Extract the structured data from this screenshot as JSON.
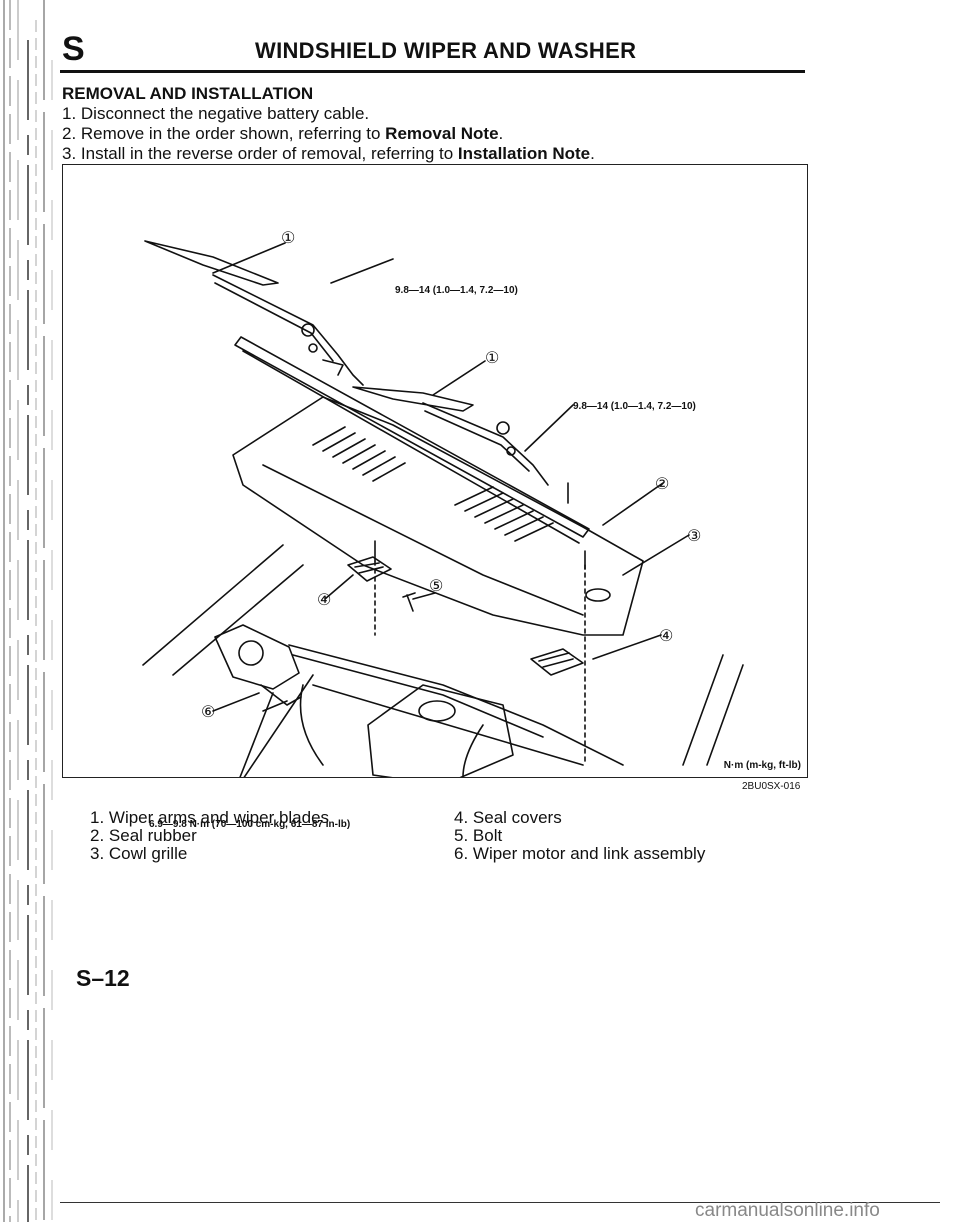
{
  "header": {
    "section_letter": "S",
    "title": "WINDSHIELD WIPER AND WASHER"
  },
  "section": {
    "title": "REMOVAL AND INSTALLATION",
    "steps": [
      {
        "text": "1. Disconnect the negative battery cable.",
        "bold": ""
      },
      {
        "text": "2. Remove in the order shown, referring to ",
        "bold": "Removal Note",
        "suffix": "."
      },
      {
        "text": "3. Install in the reverse order of removal, referring to ",
        "bold": "Installation Note",
        "suffix": "."
      }
    ]
  },
  "figure": {
    "torque_specs": [
      "9.8—14 (1.0—1.4, 7.2—10)",
      "9.8—14 (1.0—1.4, 7.2—10)",
      "6.9—9.8 N·m (70—100 cm-kg, 61—87 in-lb)"
    ],
    "units": "N·m (m-kg, ft-lb)",
    "code": "2BU0SX-016",
    "callouts": [
      "①",
      "①",
      "②",
      "③",
      "④",
      "④",
      "⑤",
      "⑥"
    ]
  },
  "legend": [
    "1. Wiper arms and wiper blades",
    "2. Seal rubber",
    "3. Cowl grille",
    "4. Seal covers",
    "5. Bolt",
    "6. Wiper motor and link assembly"
  ],
  "footer": {
    "page_number": "S–12",
    "watermark": "carmanualsonline.info"
  }
}
